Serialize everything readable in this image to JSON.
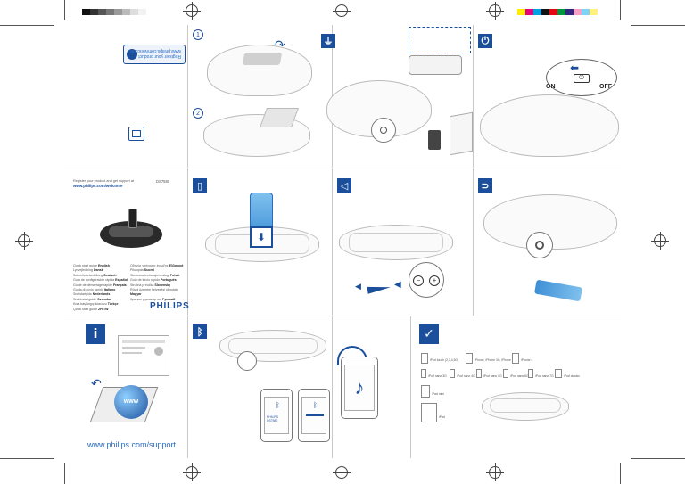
{
  "top_sheet": {
    "step_labels": [
      "1",
      "2"
    ],
    "register_box": {
      "line1": "Register your product",
      "line2": "www.philips.com/welcome"
    }
  },
  "step_icons": {
    "plug": "plug-icon",
    "power": "power-icon",
    "phone": "phone-icon",
    "volume": "volume-icon",
    "audio_in": "audio-in-icon",
    "info": "i",
    "bluetooth": "bluetooth-icon",
    "check": "check-icon"
  },
  "power_switch": {
    "on_label": "ON",
    "off_label": "OFF"
  },
  "cover": {
    "register_text_line1": "Register your product and get support at",
    "register_url": "www.philips.com/welcome",
    "model": "DS7580",
    "brand": "PHILIPS",
    "languages_left": [
      {
        "label": "Quick start guide",
        "lang": "English"
      },
      {
        "label": "Lynvejledning",
        "lang": "Dansk"
      },
      {
        "label": "Schnellstartanleitung",
        "lang": "Deutsch"
      },
      {
        "label": "Guía de configuración rápida",
        "lang": "Español"
      },
      {
        "label": "Guide de démarrage rapide",
        "lang": "Français"
      },
      {
        "label": "Guida di avvio rapido",
        "lang": "Italiano"
      },
      {
        "label": "Snelstartgids",
        "lang": "Nederlands"
      },
      {
        "label": "Snabbstartguide",
        "lang": "Svenska"
      },
      {
        "label": "Kısa başlangıç kılavuzu",
        "lang": "Türkçe"
      },
      {
        "label": "Quick start guide",
        "lang": "ZH-TW"
      }
    ],
    "languages_right": [
      {
        "label": "Οδηγός γρήγορης έναρξης",
        "lang": "Ελληνικά"
      },
      {
        "label": "Pikaopas",
        "lang": "Suomi"
      },
      {
        "label": "Skrócona instrukcja obsługi",
        "lang": "Polski"
      },
      {
        "label": "Guia de início rápido",
        "lang": "Português"
      },
      {
        "label": "Stručná príručka",
        "lang": "Slovensky"
      },
      {
        "label": "Rövid üzembe helyezési útmutató",
        "lang": "Magyar"
      },
      {
        "label": "Краткое руководство",
        "lang": "Русский"
      }
    ]
  },
  "support": {
    "url": "www.philips.com/support",
    "globe_label": "www"
  },
  "bluetooth_step": {
    "device_name": "PHILIPS DS7580"
  },
  "compat": {
    "row1": [
      "iPod touch (2,3,4,5G)",
      "iPhone, iPhone 3G, iPhone 3GS",
      "iPhone 4"
    ],
    "row2": [
      "iPod nano 3G",
      "iPod nano 4G",
      "iPod nano 5G",
      "iPod nano 6G",
      "iPod nano 7G",
      "iPod classic"
    ],
    "ipad_label": "iPad mini",
    "ipad2_label": "iPad"
  }
}
